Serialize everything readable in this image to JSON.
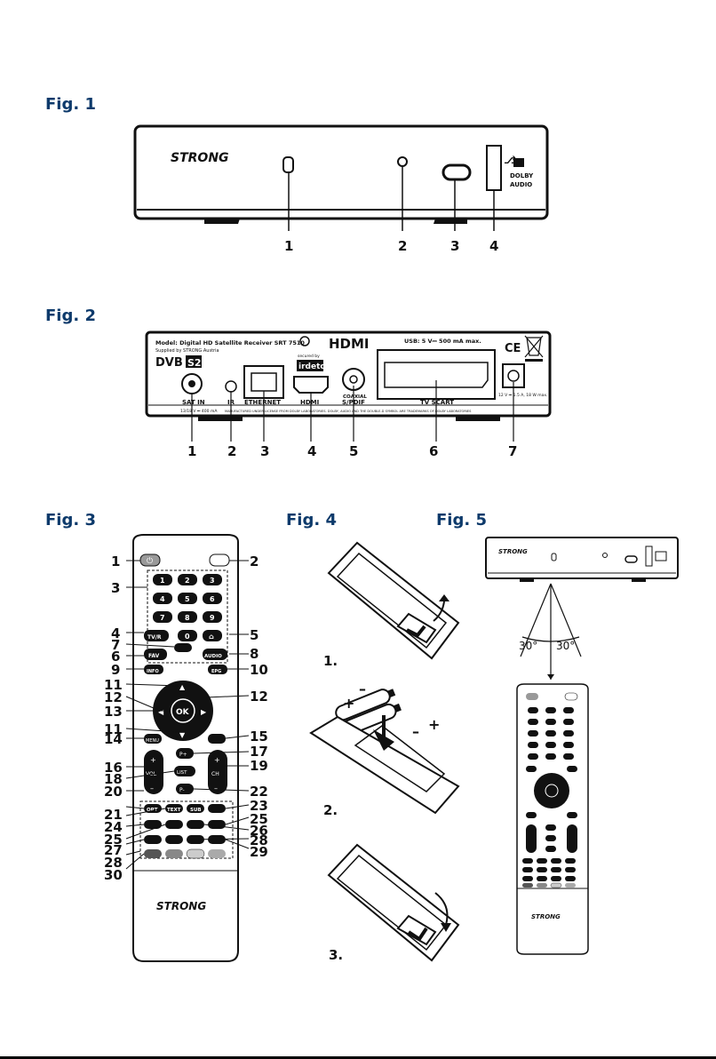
{
  "figures": {
    "fig1": {
      "title": "Fig. 1",
      "brand": "STRONG",
      "dolby": "DOLBY",
      "dolby_audio": "AUDIO",
      "callouts": [
        "1",
        "2",
        "3",
        "4"
      ]
    },
    "fig2": {
      "title": "Fig. 2",
      "model_line": "Model: Digital HD Satellite Receiver SRT 7510",
      "supplied_line": "Supplied by STRONG Austria",
      "dvb": "DVB",
      "s2": "S2",
      "hdmi_logo": "HDMI",
      "usb_spec": "USB: 5 V⎓ 500 mA max.",
      "secured_by": "secured by",
      "irdeto": "irdeto",
      "ports": {
        "sat_in": "SAT IN",
        "sat_spec": "13/18 V ⎓ 400 mA",
        "ir": "IR",
        "ethernet": "ETHERNET",
        "hdmi": "HDMI",
        "coaxial": "COAXIAL",
        "spdif": "S/PDIF",
        "tv_scart": "TV SCART",
        "power_spec": "12 V ⎓ 1.5 A, 18 W max."
      },
      "license": "MANUFACTURED UNDER LICENSE FROM DOLBY LABORATORIES. DOLBY, AUDIO AND THE DOUBLE-D SYMBOL ARE TRADEMARKS OF DOLBY LABORATORIES",
      "callouts": [
        "1",
        "2",
        "3",
        "4",
        "5",
        "6",
        "7"
      ]
    },
    "fig3": {
      "title": "Fig. 3",
      "brand": "STRONG",
      "keys": {
        "n1": "1",
        "n2": "2",
        "n3": "3",
        "n4": "4",
        "n5": "5",
        "n6": "6",
        "n7": "7",
        "n8": "8",
        "n9": "9",
        "n0": "0",
        "tvr": "TV/R",
        "fav": "FAV",
        "audio": "AUDIO",
        "info": "INFO",
        "epg": "EPG",
        "ok": "OK",
        "menu": "MENU",
        "vol": "VOL",
        "ch": "CH",
        "list": "LIST",
        "pplus": "P+",
        "pminus": "P-",
        "opt": "OPT",
        "text": "TEXT",
        "sub": "SUB",
        "plus": "+",
        "minus": "–"
      },
      "callouts_left": [
        "1",
        "3",
        "4",
        "7",
        "6",
        "9",
        "11",
        "12",
        "13",
        "11",
        "14",
        "16",
        "18",
        "20",
        "21",
        "24",
        "25",
        "27",
        "28",
        "30"
      ],
      "callouts_right": [
        "2",
        "5",
        "8",
        "10",
        "12",
        "15",
        "17",
        "19",
        "22",
        "23",
        "25",
        "26",
        "28",
        "29"
      ]
    },
    "fig4": {
      "title": "Fig. 4",
      "steps": [
        "1.",
        "2.",
        "3."
      ],
      "plus": "+",
      "minus": "–"
    },
    "fig5": {
      "title": "Fig. 5",
      "angle_left": "30°",
      "angle_right": "30°",
      "brand": "STRONG"
    }
  }
}
